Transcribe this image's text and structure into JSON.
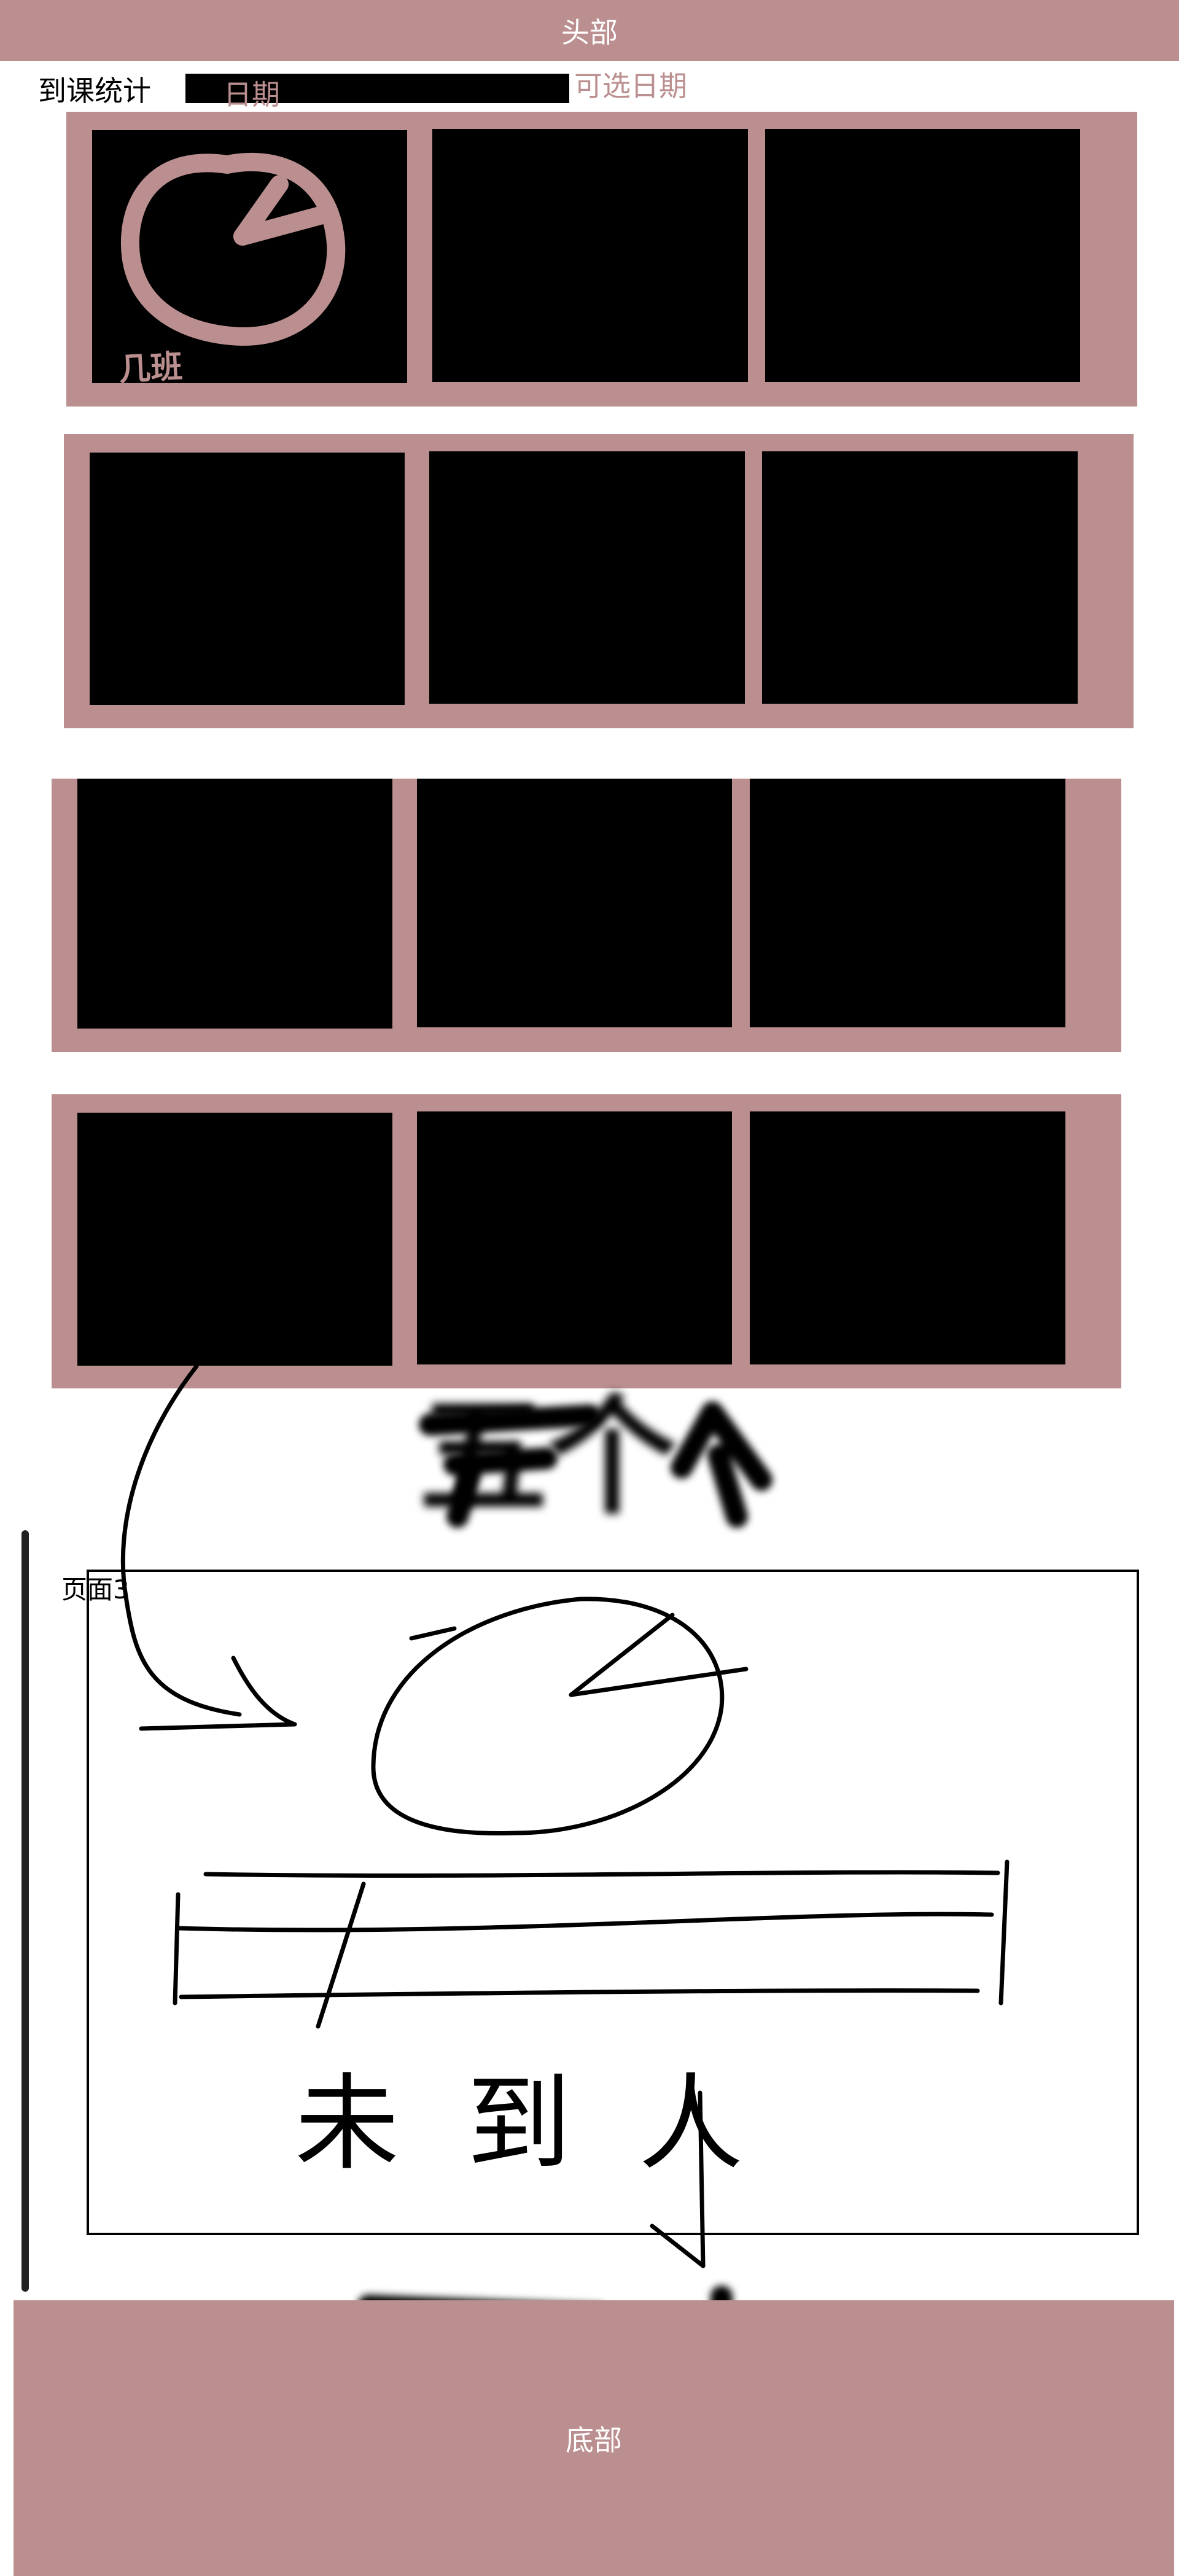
{
  "header": {
    "title": "头部"
  },
  "stats": {
    "title": "到课统计",
    "date_label": "日期",
    "date_optional": "可选日期"
  },
  "tile_note": {
    "class_label": "几班"
  },
  "annotation": {
    "count_label": "五个"
  },
  "page3": {
    "label": "页面3",
    "absent_label": "未到人"
  },
  "footer": {
    "title": "底部"
  },
  "colors": {
    "accent": "#bb8f8f",
    "tile": "#000000",
    "background": "#ffffff"
  }
}
